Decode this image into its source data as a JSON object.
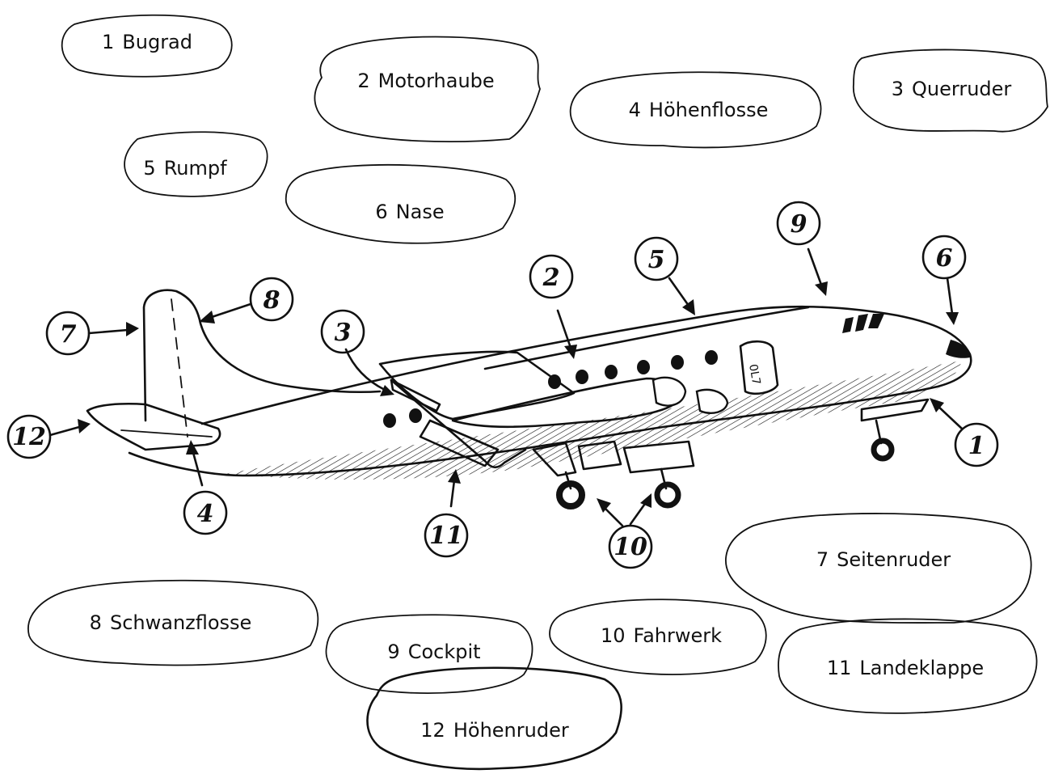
{
  "labels": [
    {
      "num": "1",
      "text": "Bugrad"
    },
    {
      "num": "2",
      "text": "Motorhaube"
    },
    {
      "num": "3",
      "text": "Querruder"
    },
    {
      "num": "4",
      "text": "Höhenflosse"
    },
    {
      "num": "5",
      "text": "Rumpf"
    },
    {
      "num": "6",
      "text": "Nase"
    },
    {
      "num": "7",
      "text": "Seitenruder"
    },
    {
      "num": "8",
      "text": "Schwanzflosse"
    },
    {
      "num": "9",
      "text": "Cockpit"
    },
    {
      "num": "10",
      "text": "Fahrwerk"
    },
    {
      "num": "11",
      "text": "Landeklappe"
    },
    {
      "num": "12",
      "text": "Höhenruder"
    }
  ],
  "markers": [
    "1",
    "2",
    "3",
    "4",
    "5",
    "6",
    "7",
    "8",
    "9",
    "10",
    "11",
    "12"
  ],
  "plane_text": "0L7",
  "colors": {
    "ink": "#111111",
    "paper": "#ffffff"
  }
}
